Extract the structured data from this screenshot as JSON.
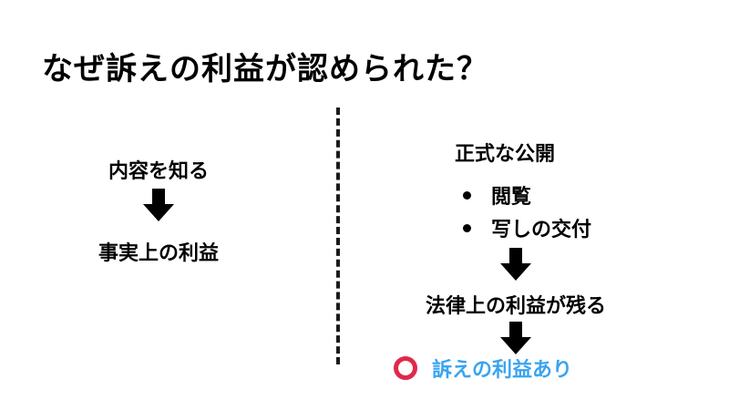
{
  "title": "なぜ訴えの利益が認められた？",
  "left": {
    "top_label": "内容を知る",
    "bottom_label": "事実上の利益"
  },
  "right": {
    "heading": "正式な公開",
    "bullets": [
      "閲覧",
      "写しの交付"
    ],
    "middle_label": "法律上の利益が残る",
    "result_label": "訴えの利益あり"
  },
  "colors": {
    "result_circle": "#e0294a",
    "result_text": "#3aa4f0",
    "divider": "#1a1a1a",
    "arrow": "#000000"
  },
  "icons": {
    "arrow": "down-arrow-icon",
    "result": "circle-mark-icon"
  }
}
